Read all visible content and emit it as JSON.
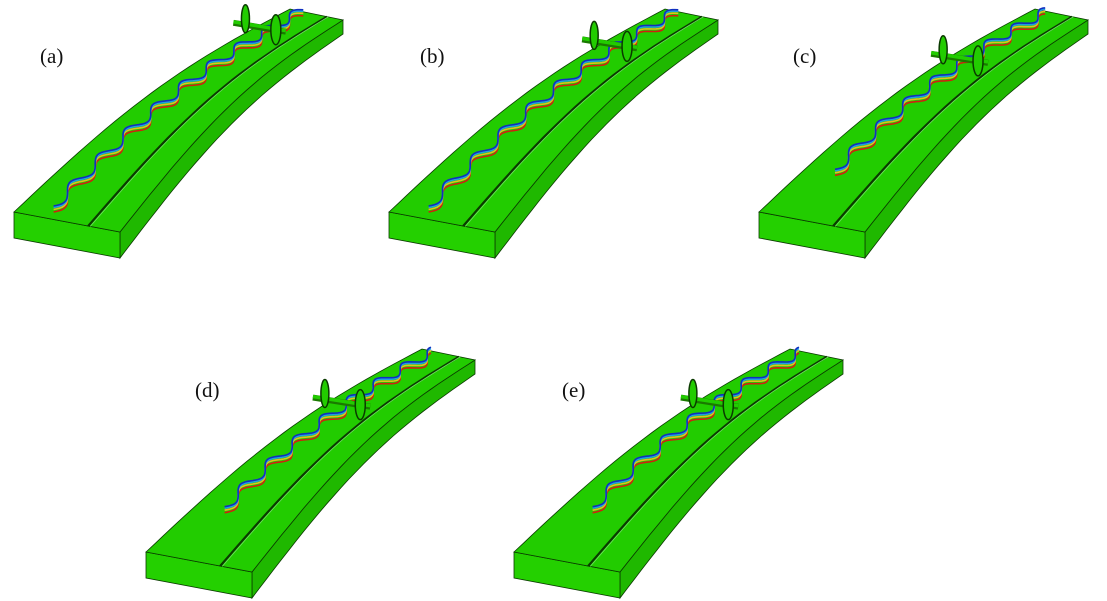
{
  "figure": {
    "panels": [
      {
        "label": "(a)"
      },
      {
        "label": "(b)"
      },
      {
        "label": "(c)"
      },
      {
        "label": "(d)"
      },
      {
        "label": "(e)"
      }
    ]
  },
  "colors": {
    "slab_top": "#22cc00",
    "slab_side": "#1fb800",
    "slab_front": "#24d000",
    "edge": "#0a3a00",
    "stress_low": "#1030c0",
    "stress_high": "#d02010"
  }
}
